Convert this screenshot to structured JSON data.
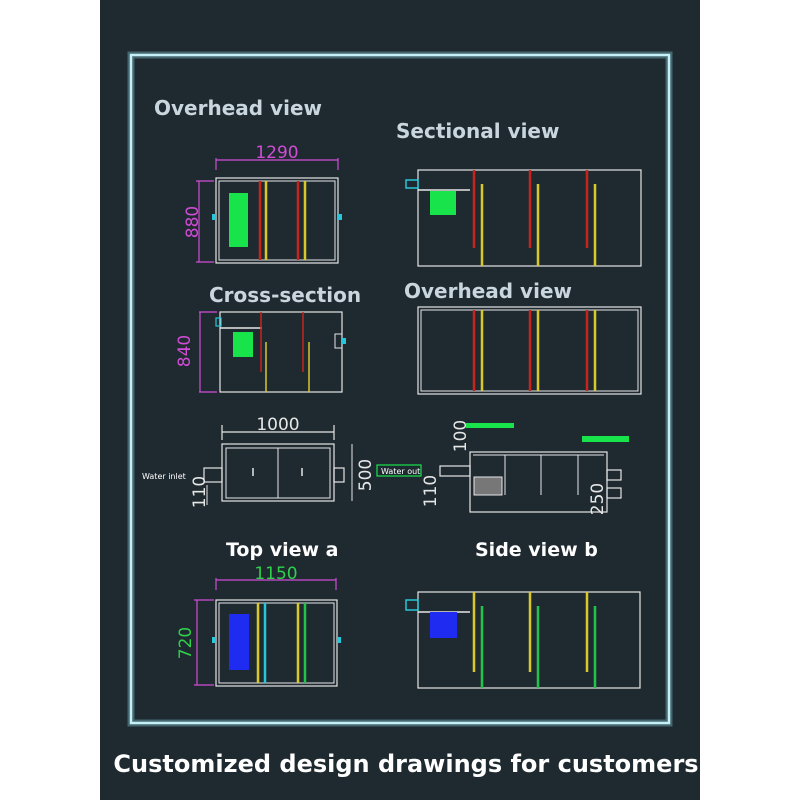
{
  "labels": {
    "overhead_view_1": "Overhead view",
    "sectional_view": "Sectional view",
    "cross_section": "Cross-section",
    "overhead_view_2": "Overhead view",
    "top_view_a": "Top view a",
    "side_view_b": "Side view b",
    "water_inlet": "Water inlet",
    "water_out": "Water out"
  },
  "dimensions": {
    "overhead_width": "1290",
    "overhead_height": "880",
    "cross_height": "840",
    "front_width": "1000",
    "front_inlet_height": "110",
    "front_height": "500",
    "side_top": "100",
    "side_inlet_height": "110",
    "side_outlet_height": "250",
    "top_width": "1150",
    "top_height": "720"
  },
  "caption": "Customized design drawings for customers",
  "colors": {
    "background": "#1f2a30",
    "frame": "#b9ecf5",
    "drawing_line": "#e6e6e6",
    "magenta_dim": "#d04cd6",
    "green_dim": "#2fd14a",
    "baffle_red": "#c8241e",
    "baffle_yellow": "#d9c82a",
    "baffle_green": "#22c34a",
    "baffle_cyan": "#27c6d8",
    "fill_green": "#19e34a",
    "fill_blue": "#1f2bf0"
  }
}
